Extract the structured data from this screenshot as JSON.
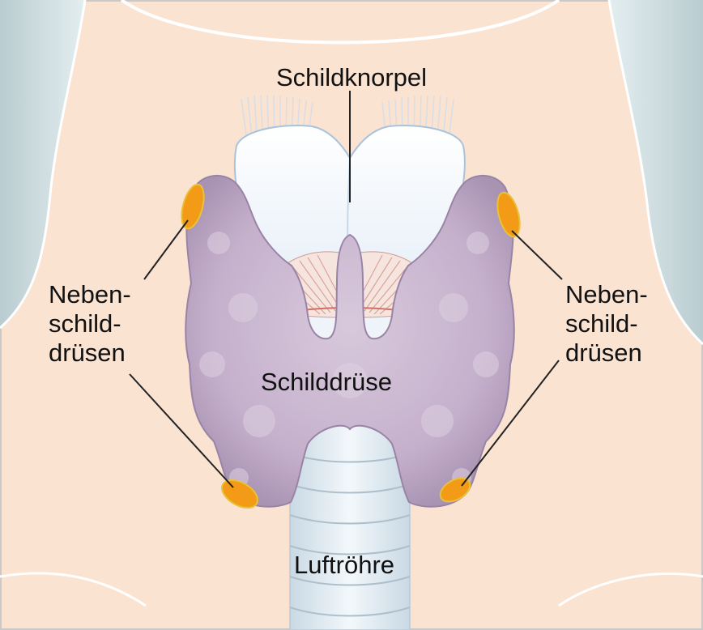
{
  "labels": {
    "thyroid_cartilage": "Schildknorpel",
    "thyroid_gland": "Schilddrüse",
    "trachea": "Luftröhre",
    "parathyroid_left": [
      "Neben-",
      "schild-",
      "drüsen"
    ],
    "parathyroid_right": [
      "Neben-",
      "schild-",
      "drüsen"
    ]
  },
  "colors": {
    "skin": "#fbe3d2",
    "shadow": "#dfe9ea",
    "gland": "#c9b6cf",
    "cartilage": "#eef4fa",
    "parathyroid": "#f39a16",
    "muscle": "#e8b4a6",
    "trachea": "#e6eef4"
  }
}
